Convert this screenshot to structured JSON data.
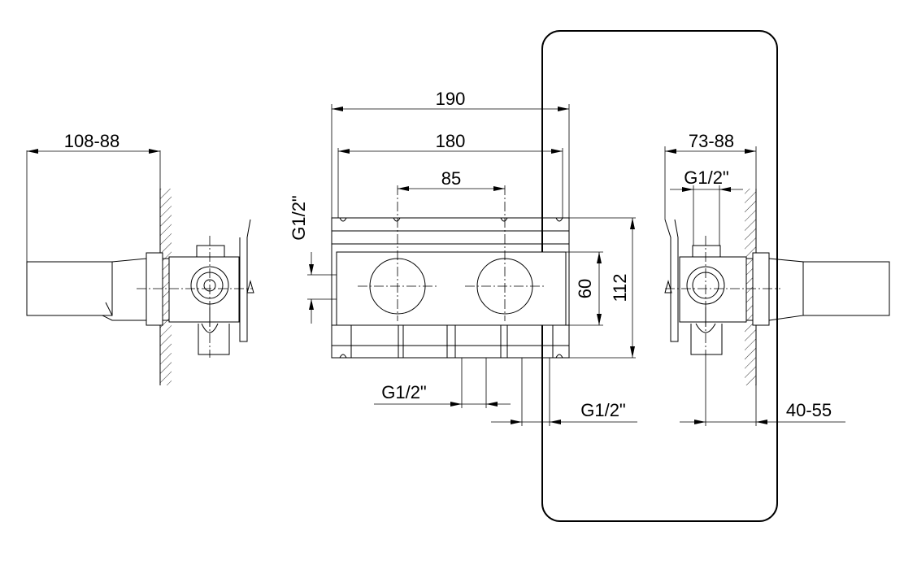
{
  "dimensions": {
    "left_depth": "108-88",
    "overall_width": "190",
    "body_width": "180",
    "axis_spacing": "85",
    "inlet_side": "G1/2\"",
    "body_height": "60",
    "overall_height": "112",
    "bottom_connection_1": "G1/2\"",
    "bottom_connection_2": "G1/2\"",
    "right_depth": "73-88",
    "right_connection": "G1/2\"",
    "right_offset": "40-55"
  }
}
